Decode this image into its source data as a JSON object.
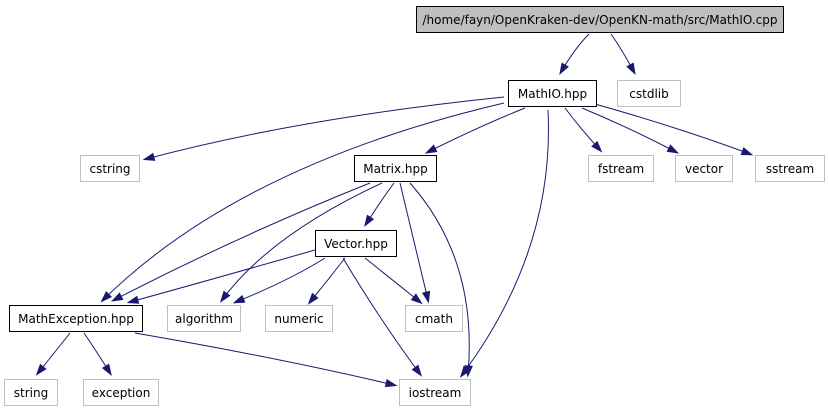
{
  "colors": {
    "edge": "#191970",
    "root_fill": "#bfbfbf",
    "local_border": "#000000",
    "system_border": "#bfbfbf"
  },
  "nodes": {
    "root": {
      "label": "/home/fayn/OpenKraken-dev/OpenKN-math/src/MathIO.cpp"
    },
    "cstdlib": {
      "label": "cstdlib"
    },
    "mathio": {
      "label": "MathIO.hpp"
    },
    "cstring": {
      "label": "cstring"
    },
    "matrix": {
      "label": "Matrix.hpp"
    },
    "fstream": {
      "label": "fstream"
    },
    "vector_std": {
      "label": "vector"
    },
    "sstream": {
      "label": "sstream"
    },
    "vector_hpp": {
      "label": "Vector.hpp"
    },
    "mathexception": {
      "label": "MathException.hpp"
    },
    "algorithm": {
      "label": "algorithm"
    },
    "numeric": {
      "label": "numeric"
    },
    "cmath": {
      "label": "cmath"
    },
    "string": {
      "label": "string"
    },
    "exception": {
      "label": "exception"
    },
    "iostream": {
      "label": "iostream"
    }
  },
  "edges": [
    [
      "root",
      "mathio"
    ],
    [
      "root",
      "cstdlib"
    ],
    [
      "mathio",
      "cstring"
    ],
    [
      "mathio",
      "matrix"
    ],
    [
      "mathio",
      "fstream"
    ],
    [
      "mathio",
      "vector_std"
    ],
    [
      "mathio",
      "sstream"
    ],
    [
      "mathio",
      "mathexception"
    ],
    [
      "mathio",
      "iostream"
    ],
    [
      "matrix",
      "vector_hpp"
    ],
    [
      "matrix",
      "mathexception"
    ],
    [
      "matrix",
      "algorithm"
    ],
    [
      "matrix",
      "cmath"
    ],
    [
      "matrix",
      "iostream"
    ],
    [
      "vector_hpp",
      "mathexception"
    ],
    [
      "vector_hpp",
      "algorithm"
    ],
    [
      "vector_hpp",
      "numeric"
    ],
    [
      "vector_hpp",
      "cmath"
    ],
    [
      "vector_hpp",
      "iostream"
    ],
    [
      "mathexception",
      "string"
    ],
    [
      "mathexception",
      "exception"
    ],
    [
      "mathexception",
      "iostream"
    ]
  ]
}
